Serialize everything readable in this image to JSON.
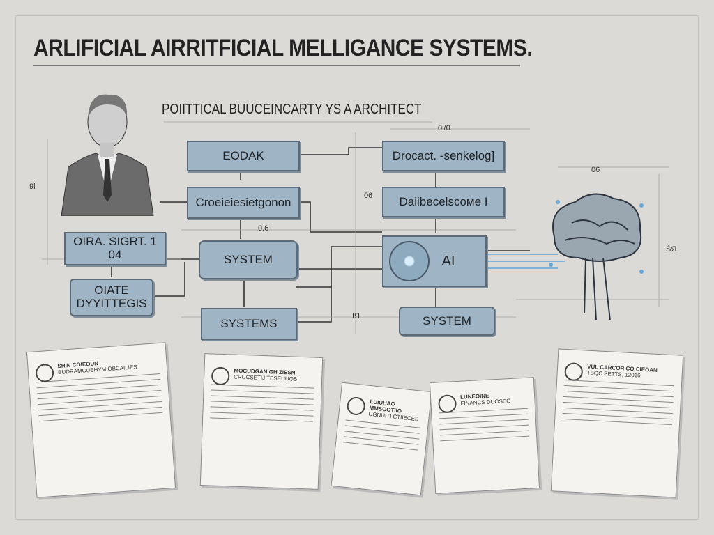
{
  "title": "ARLIFICIAL AIRRITFICIAL MELLIGANCE SYSTEMS.",
  "subtitle": "POIITTICAL BUUCEINCARTY YS A ARCHITECT",
  "boxes": {
    "eodak": "EODAK",
    "crocie": "Croeieiesietgonon",
    "procact": "Drocact. -senkelog]",
    "daibe": "Daiibecelscoмe I",
    "oira": "OIRA. SIGRT.  1 04",
    "system1": "SYSTEM",
    "olate": "OIATE DYYITTEGIS",
    "systems": "SYSTEMS",
    "ai": "AI",
    "system2": "SYSTEM"
  },
  "annotations": [
    "0l/0",
    "06",
    "06",
    "9l",
    "ŠЯ",
    "0.6",
    "ІЯ"
  ],
  "documents": [
    {
      "title": "SHIN COIEOUN",
      "sub": "BUDRAMCUEHYM OBCAILIES"
    },
    {
      "title": "MOCUDGAN GH ZIESN",
      "sub": "CRUCSETIJ TESEUUOB"
    },
    {
      "title": "LUIUHAO MMSOOTIIO",
      "sub": "UGNUITI CTIIECES"
    },
    {
      "title": "LUNEOINE",
      "sub": "FINANCS DUOSEO"
    },
    {
      "title": "VUL CARCOR CO CIEOAN",
      "sub": "TBQC SETTS, 12016"
    }
  ]
}
